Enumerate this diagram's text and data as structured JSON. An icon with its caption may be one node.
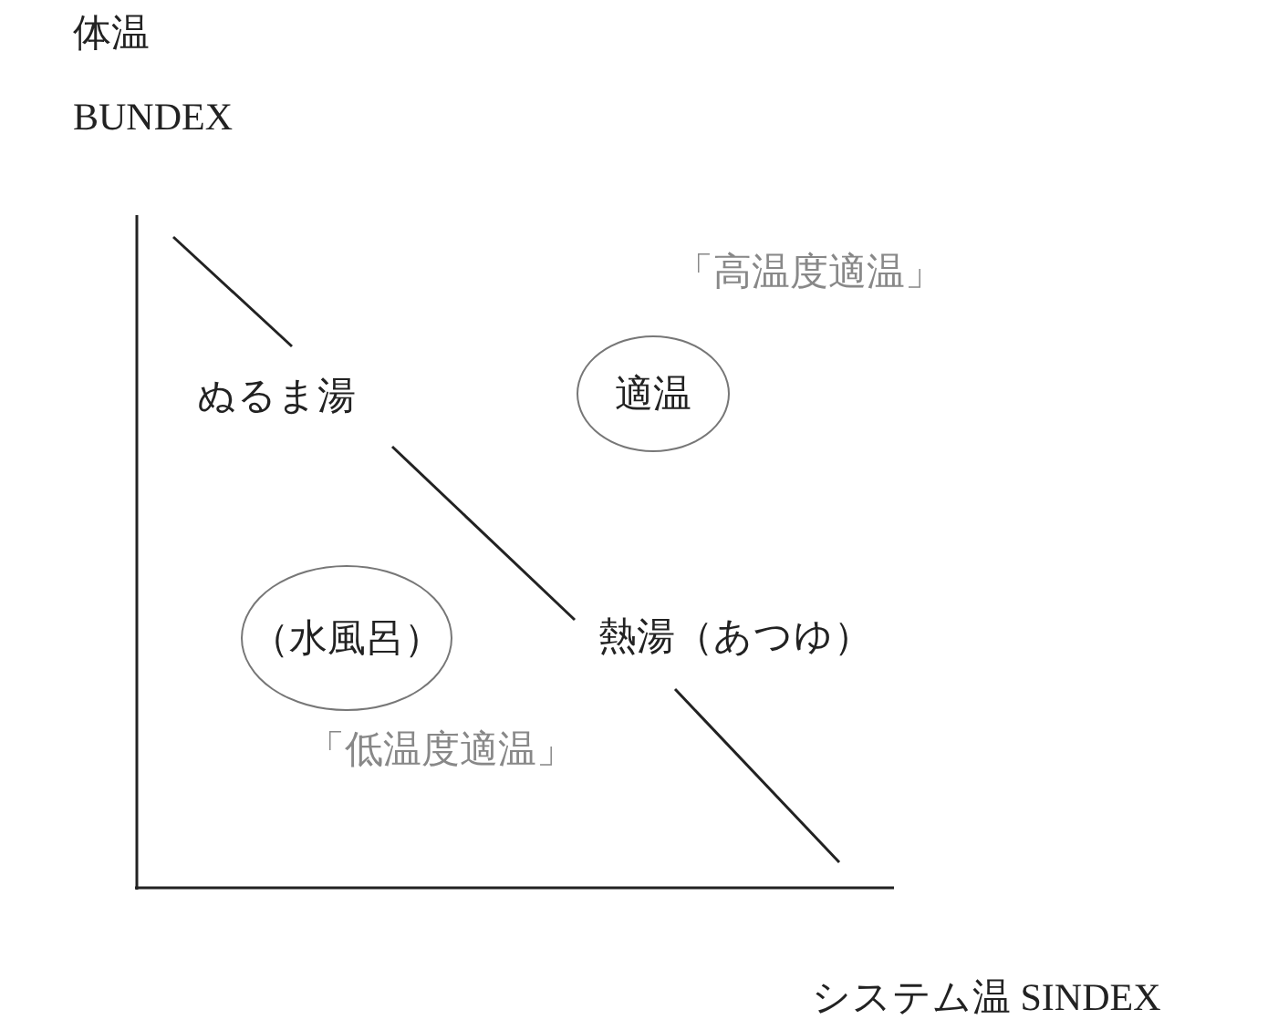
{
  "diagram": {
    "nodes": [
      {
        "text": [
          "適温"
        ]
      },
      {
        "text": [
          "（水風呂）"
        ]
      }
    ],
    "labels": [
      "体温",
      "BUNDEX",
      "「高温度適温」",
      "ぬるま湯",
      "熱湯（あつゆ）",
      "「低温度適温」",
      "システム温 SINDEX"
    ]
  }
}
